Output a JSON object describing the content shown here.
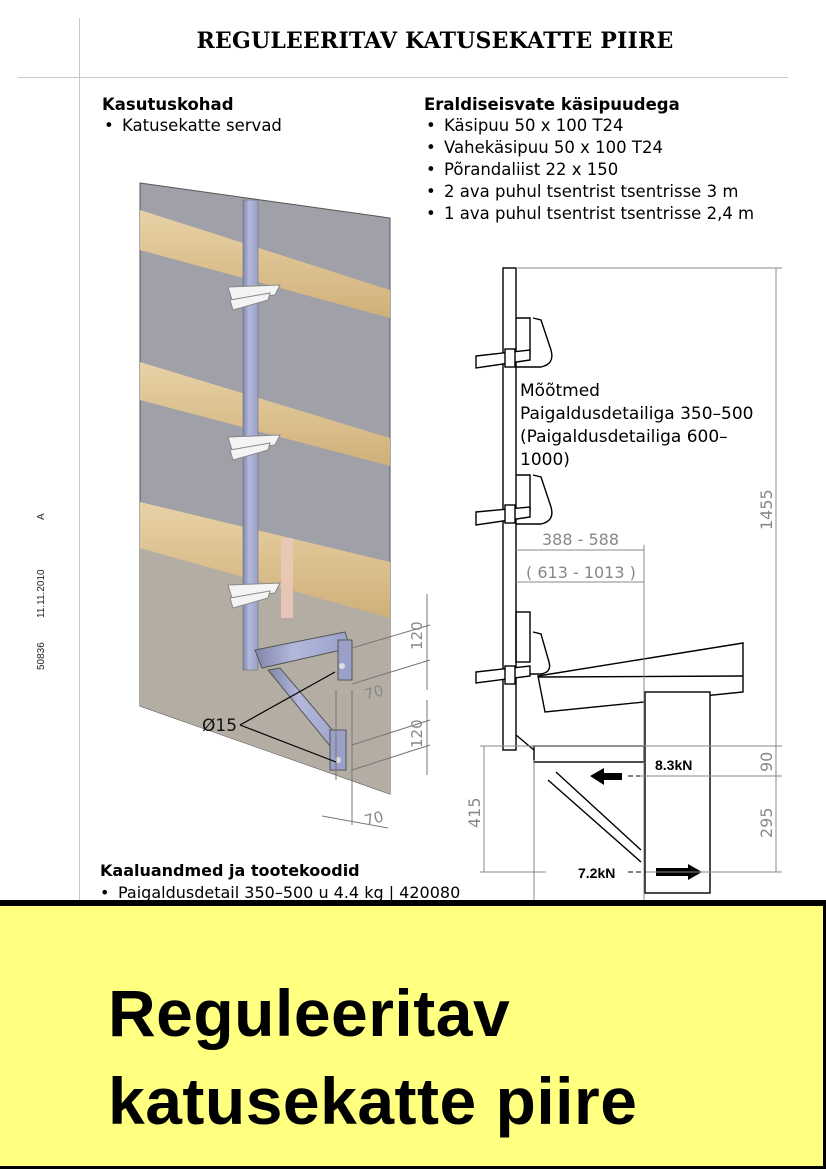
{
  "document": {
    "title": "REGULEERITAV KATUSEKATTE PIIRE",
    "side_code": {
      "doc_number": "50836",
      "date": "11.11.2010",
      "revision": "A"
    }
  },
  "usage": {
    "heading": "Kasutuskohad",
    "items": [
      "Katusekatte servad"
    ]
  },
  "handrails": {
    "heading": "Eraldiseisvate käsipuudega",
    "items": [
      "Käsipuu 50 x 100 T24",
      "Vahekäsipuu 50 x 100 T24",
      "Põrandaliist 22 x 150",
      "2 ava puhul tsentrist tsentrisse 3 m",
      "1 ava puhul tsentrist tsentrisse 2,4 m"
    ]
  },
  "render_dimensions": {
    "hole_diameter": "Ø15",
    "upper_vertical": "120",
    "upper_horizontal": "70",
    "lower_vertical": "120",
    "lower_horizontal": "70"
  },
  "dimensions_note": {
    "line1": "Mõõtmed",
    "line2": "Paigaldusdetailiga 350–500",
    "line3": "(Paigaldusdetailiga 600–",
    "line4": "1000)"
  },
  "drawing_dimensions": {
    "total_height": "1455",
    "reach_short": "388 - 588",
    "reach_long": "( 613 - 1013 )",
    "bracket_height": "415",
    "top_offset": "90",
    "anchor_spacing": "295",
    "force_upper": "8.3kN",
    "force_lower": "7.2kN"
  },
  "weights": {
    "heading": "Kaaluandmed ja tootekoodid",
    "items": [
      "Paigaldusdetail 350–500 u 4.4 kg | 420080"
    ]
  },
  "banner": {
    "line1": "Reguleeritav",
    "line2": "katusekatte piire",
    "background": "#ffff80"
  }
}
